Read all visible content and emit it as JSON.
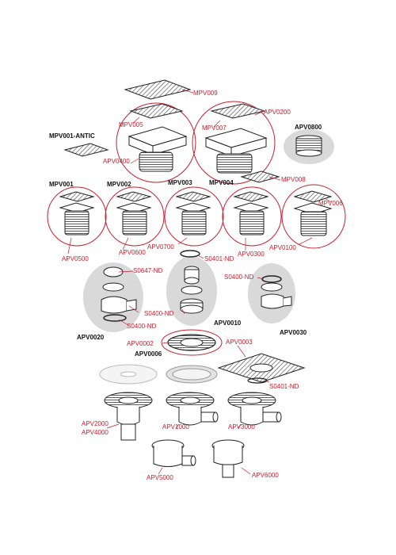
{
  "colors": {
    "accent_red": "#c8202f",
    "label_black": "#111111",
    "group_gray": "#d9d9d9",
    "line": "#222222"
  },
  "groups": {
    "mpv001_antic": "MPV001-ANTIC",
    "apv0800": "APV0800",
    "mpv001": "MPV001",
    "mpv002": "MPV002",
    "mpv003": "MPV003",
    "mpv004": "MPV004",
    "apv0020": "APV0020",
    "apv0010": "APV0010",
    "apv0030": "APV0030",
    "apv0006": "APV0006"
  },
  "parts": {
    "mpv009": "MPV009",
    "mpv005": "MPV005",
    "mpv007": "MPV007",
    "apv0200": "APV0200",
    "apv0400": "APV0400",
    "mpv008": "MPV008",
    "mpv006": "MPV006",
    "apv0500": "APV0500",
    "apv0600": "APV0600",
    "apv0700": "APV0700",
    "s0401_nd_top": "S0401-ND",
    "apv0300": "APV0300",
    "apv0100": "APV0100",
    "s0647_nd": "S0647-ND",
    "s0400_nd_right": "S0400-ND",
    "s0400_nd_mid": "S0400-ND",
    "s0400_nd_left": "S0400-ND",
    "apv0002": "APV0002",
    "apv0003": "APV0003",
    "s0401_nd_bottom": "S0401-ND",
    "apv2000": "APV2000",
    "apv4000": "APV4000",
    "apv1000": "APV1000",
    "apv3000": "APV3000",
    "apv5000": "APV5000",
    "apv6000": "APV6000"
  }
}
